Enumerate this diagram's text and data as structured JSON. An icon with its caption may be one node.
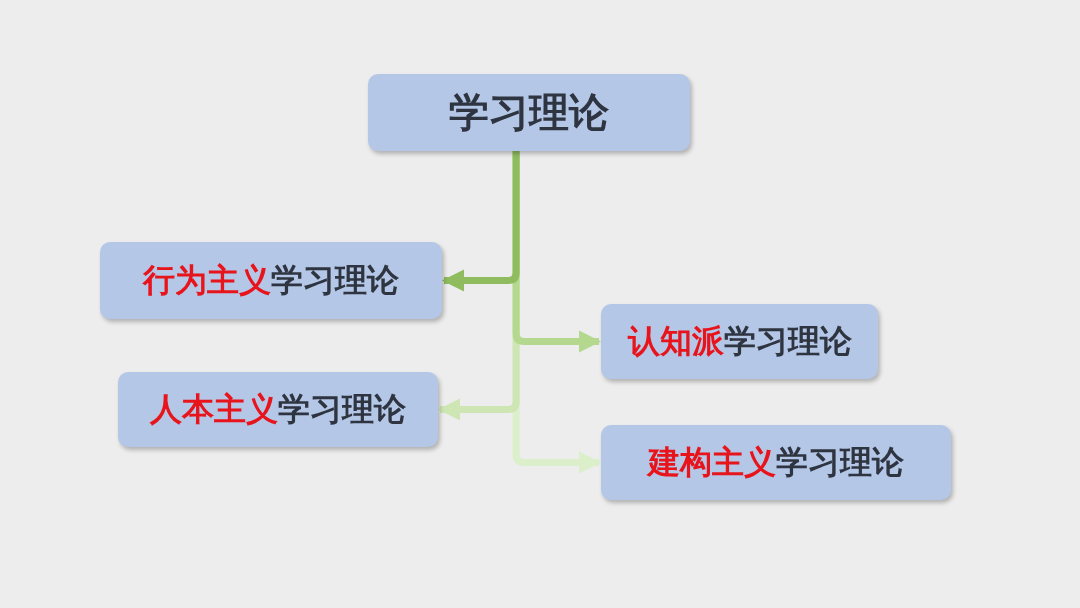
{
  "diagram": {
    "nodes": [
      {
        "text": [
          "学习理论"
        ]
      },
      {
        "text": [
          "**行为主义**学习理论"
        ]
      },
      {
        "text": [
          "**认知派**学习理论"
        ]
      },
      {
        "text": [
          "**人本主义**学习理论"
        ]
      },
      {
        "text": [
          "**建构主义**学习理论"
        ]
      }
    ],
    "edges": [
      {
        "from": 0,
        "to": 1,
        "arrow": "to",
        "color": "#8fbc5f"
      },
      {
        "from": 0,
        "to": 2,
        "arrow": "to",
        "color": "#b3d88e"
      },
      {
        "from": 0,
        "to": 3,
        "arrow": "to",
        "color": "#cde6b4"
      },
      {
        "from": 0,
        "to": 4,
        "arrow": "to",
        "color": "#dcefcb"
      }
    ]
  }
}
